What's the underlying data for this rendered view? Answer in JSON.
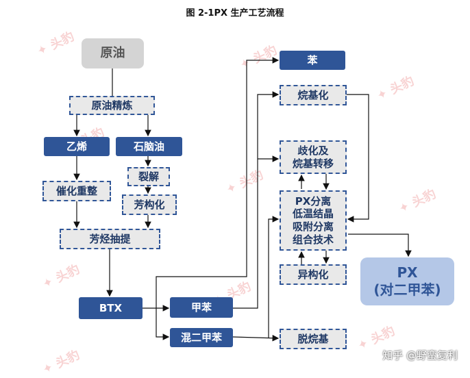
{
  "title": "图  2-1PX 生产工艺流程",
  "nodes": {
    "crude": "原油",
    "refining": "原油精炼",
    "ethylene": "乙烯",
    "naphtha": "石脑油",
    "cracking": "裂解",
    "reforming": "催化重整",
    "aromatization": "芳构化",
    "extraction": "芳烃抽提",
    "btx": "BTX",
    "toluene": "甲苯",
    "mixed_xylene": "混二甲苯",
    "benzene": "苯",
    "alkylation": "烷基化",
    "disproportionation": "歧化及\n烷基转移",
    "px_separation": "PX分离\n低温结晶\n吸附分离\n组合技术",
    "isomerization": "异构化",
    "dealkylation": "脱烷基",
    "px": "PX\n(对二甲苯)"
  },
  "watermark": "头豹",
  "footer": "知乎 @野蛮复利",
  "colors": {
    "navy": "#2f5597",
    "dash_fill": "#e9e9e9",
    "gray_fill": "#d4d4d4",
    "px_fill": "#b4c7e7"
  }
}
